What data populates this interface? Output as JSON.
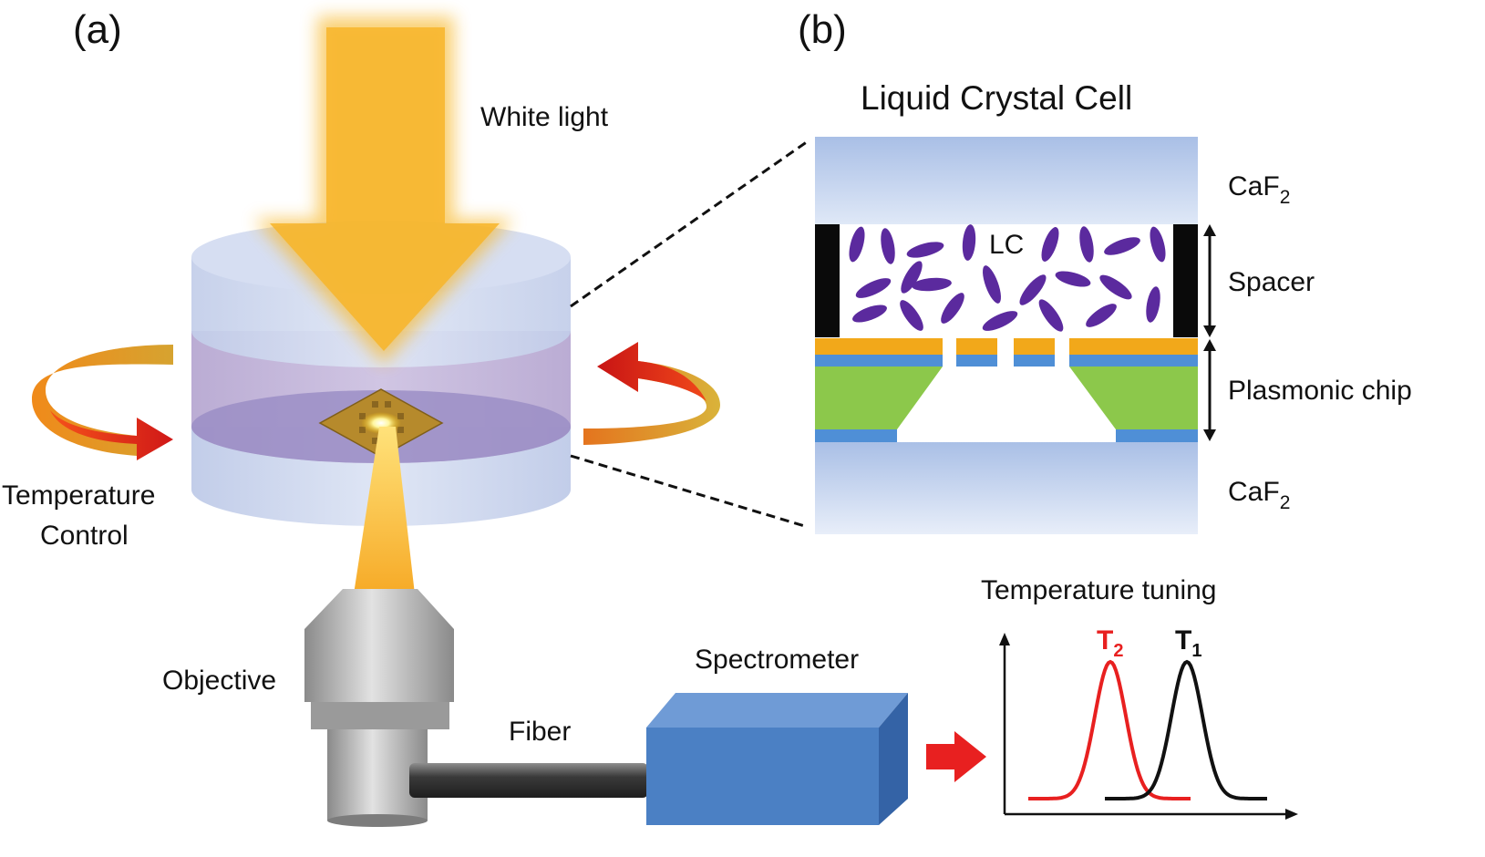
{
  "panels": {
    "a": "(a)",
    "b": "(b)"
  },
  "setup": {
    "white_light": "White light",
    "temperature_control_line1": "Temperature",
    "temperature_control_line2": "Control",
    "objective": "Objective",
    "fiber": "Fiber",
    "spectrometer": "Spectrometer"
  },
  "cell": {
    "title": "Liquid Crystal Cell",
    "top_layer": {
      "base": "CaF",
      "sub": "2"
    },
    "bottom_layer": {
      "base": "CaF",
      "sub": "2"
    },
    "lc": "LC",
    "spacer": "Spacer",
    "plasmonic_chip": "Plasmonic chip"
  },
  "tuning": {
    "title": "Temperature tuning",
    "t2": {
      "base": "T",
      "sub": "2"
    },
    "t1": {
      "base": "T",
      "sub": "1"
    }
  },
  "colors": {
    "light": "#f5b21b",
    "glass": "#c9d6ee",
    "lc_cell": "#b7a6cf",
    "lc_molecule": "#5b2a9e",
    "gold": "#f2a81a",
    "blue_layer": "#4f8fd6",
    "green_layer": "#8cc84b",
    "spectrometer": "#4a7fc1",
    "arrow_red": "#e82020",
    "curve_t2": "#e82020",
    "curve_t1": "#111111"
  }
}
